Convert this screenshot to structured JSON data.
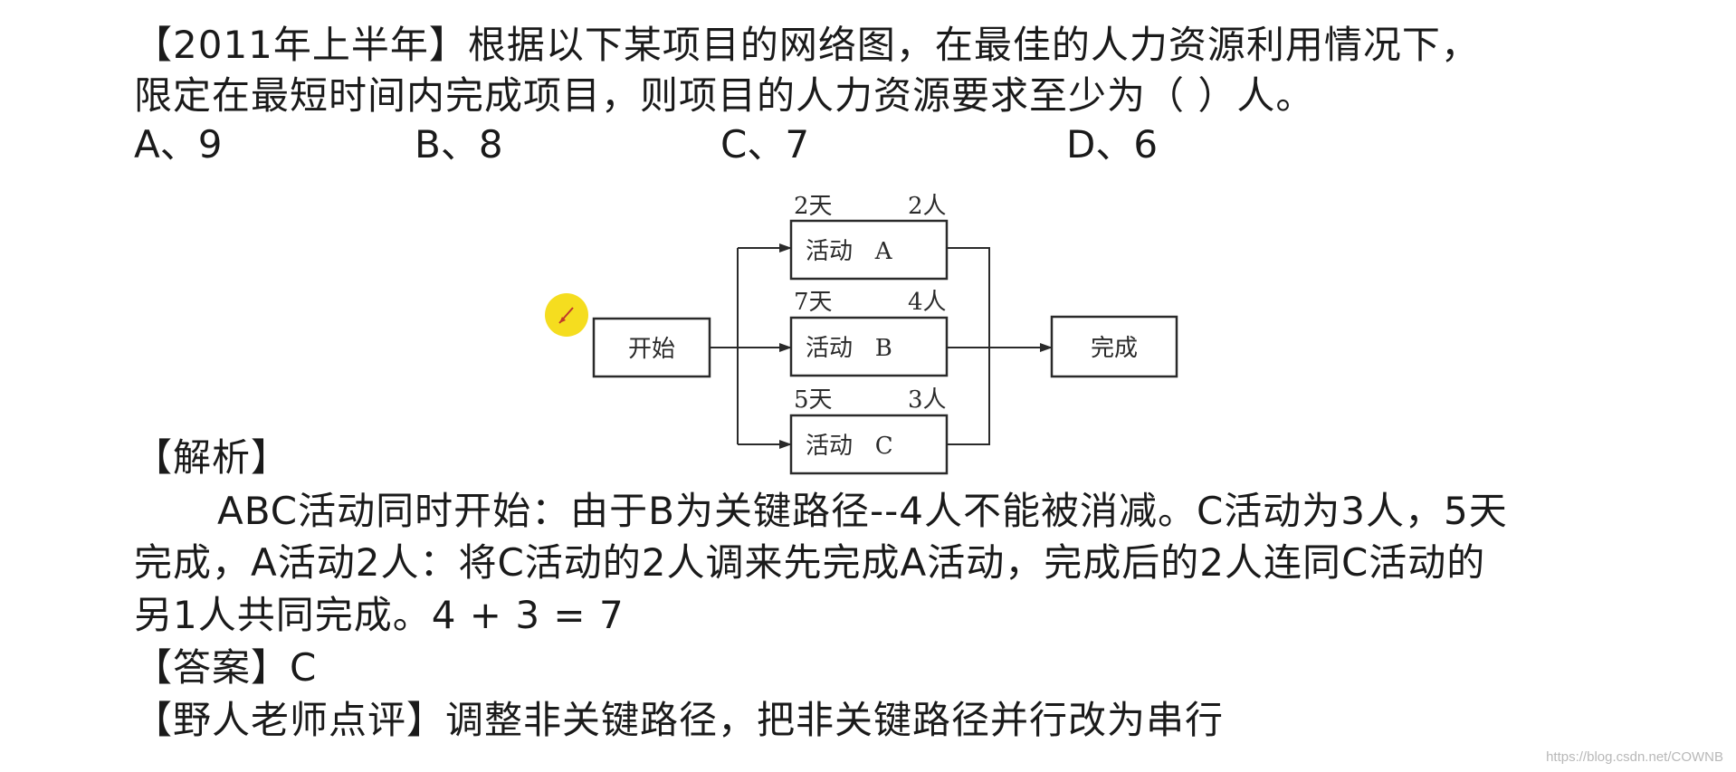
{
  "question": {
    "line1": "【2011年上半年】根据以下某项目的网络图，在最佳的人力资源利用情况下，",
    "line2": "限定在最短时间内完成项目，则项目的人力资源要求至少为（ ）人。",
    "options": {
      "a": "A、9",
      "b": "B、8",
      "c": "C、7",
      "d": "D、6"
    }
  },
  "diagram": {
    "start_label": "开始",
    "end_label": "完成",
    "activities": [
      {
        "label": "活动   A",
        "duration": "2天",
        "people": "2人"
      },
      {
        "label": "活动   B",
        "duration": "7天",
        "people": "4人"
      },
      {
        "label": "活动   C",
        "duration": "5天",
        "people": "3人"
      }
    ]
  },
  "analysis": {
    "heading": "【解析】",
    "line1": "ABC活动同时开始：由于B为关键路径--4人不能被消减。C活动为3人，5天",
    "line2": "完成，A活动2人：将C活动的2人调来先完成A活动，完成后的2人连同C活动的",
    "line3": "另1人共同完成。4 + 3 = 7"
  },
  "answer": {
    "text": "【答案】C"
  },
  "comment": {
    "text": "【野人老师点评】调整非关键路径，把非关键路径并行改为串行"
  },
  "footer": {
    "watermark": "https://blog.csdn.net/COWNB"
  },
  "colors": {
    "text": "#1a1a1a",
    "cursor_highlight": "#f5dd1f"
  }
}
